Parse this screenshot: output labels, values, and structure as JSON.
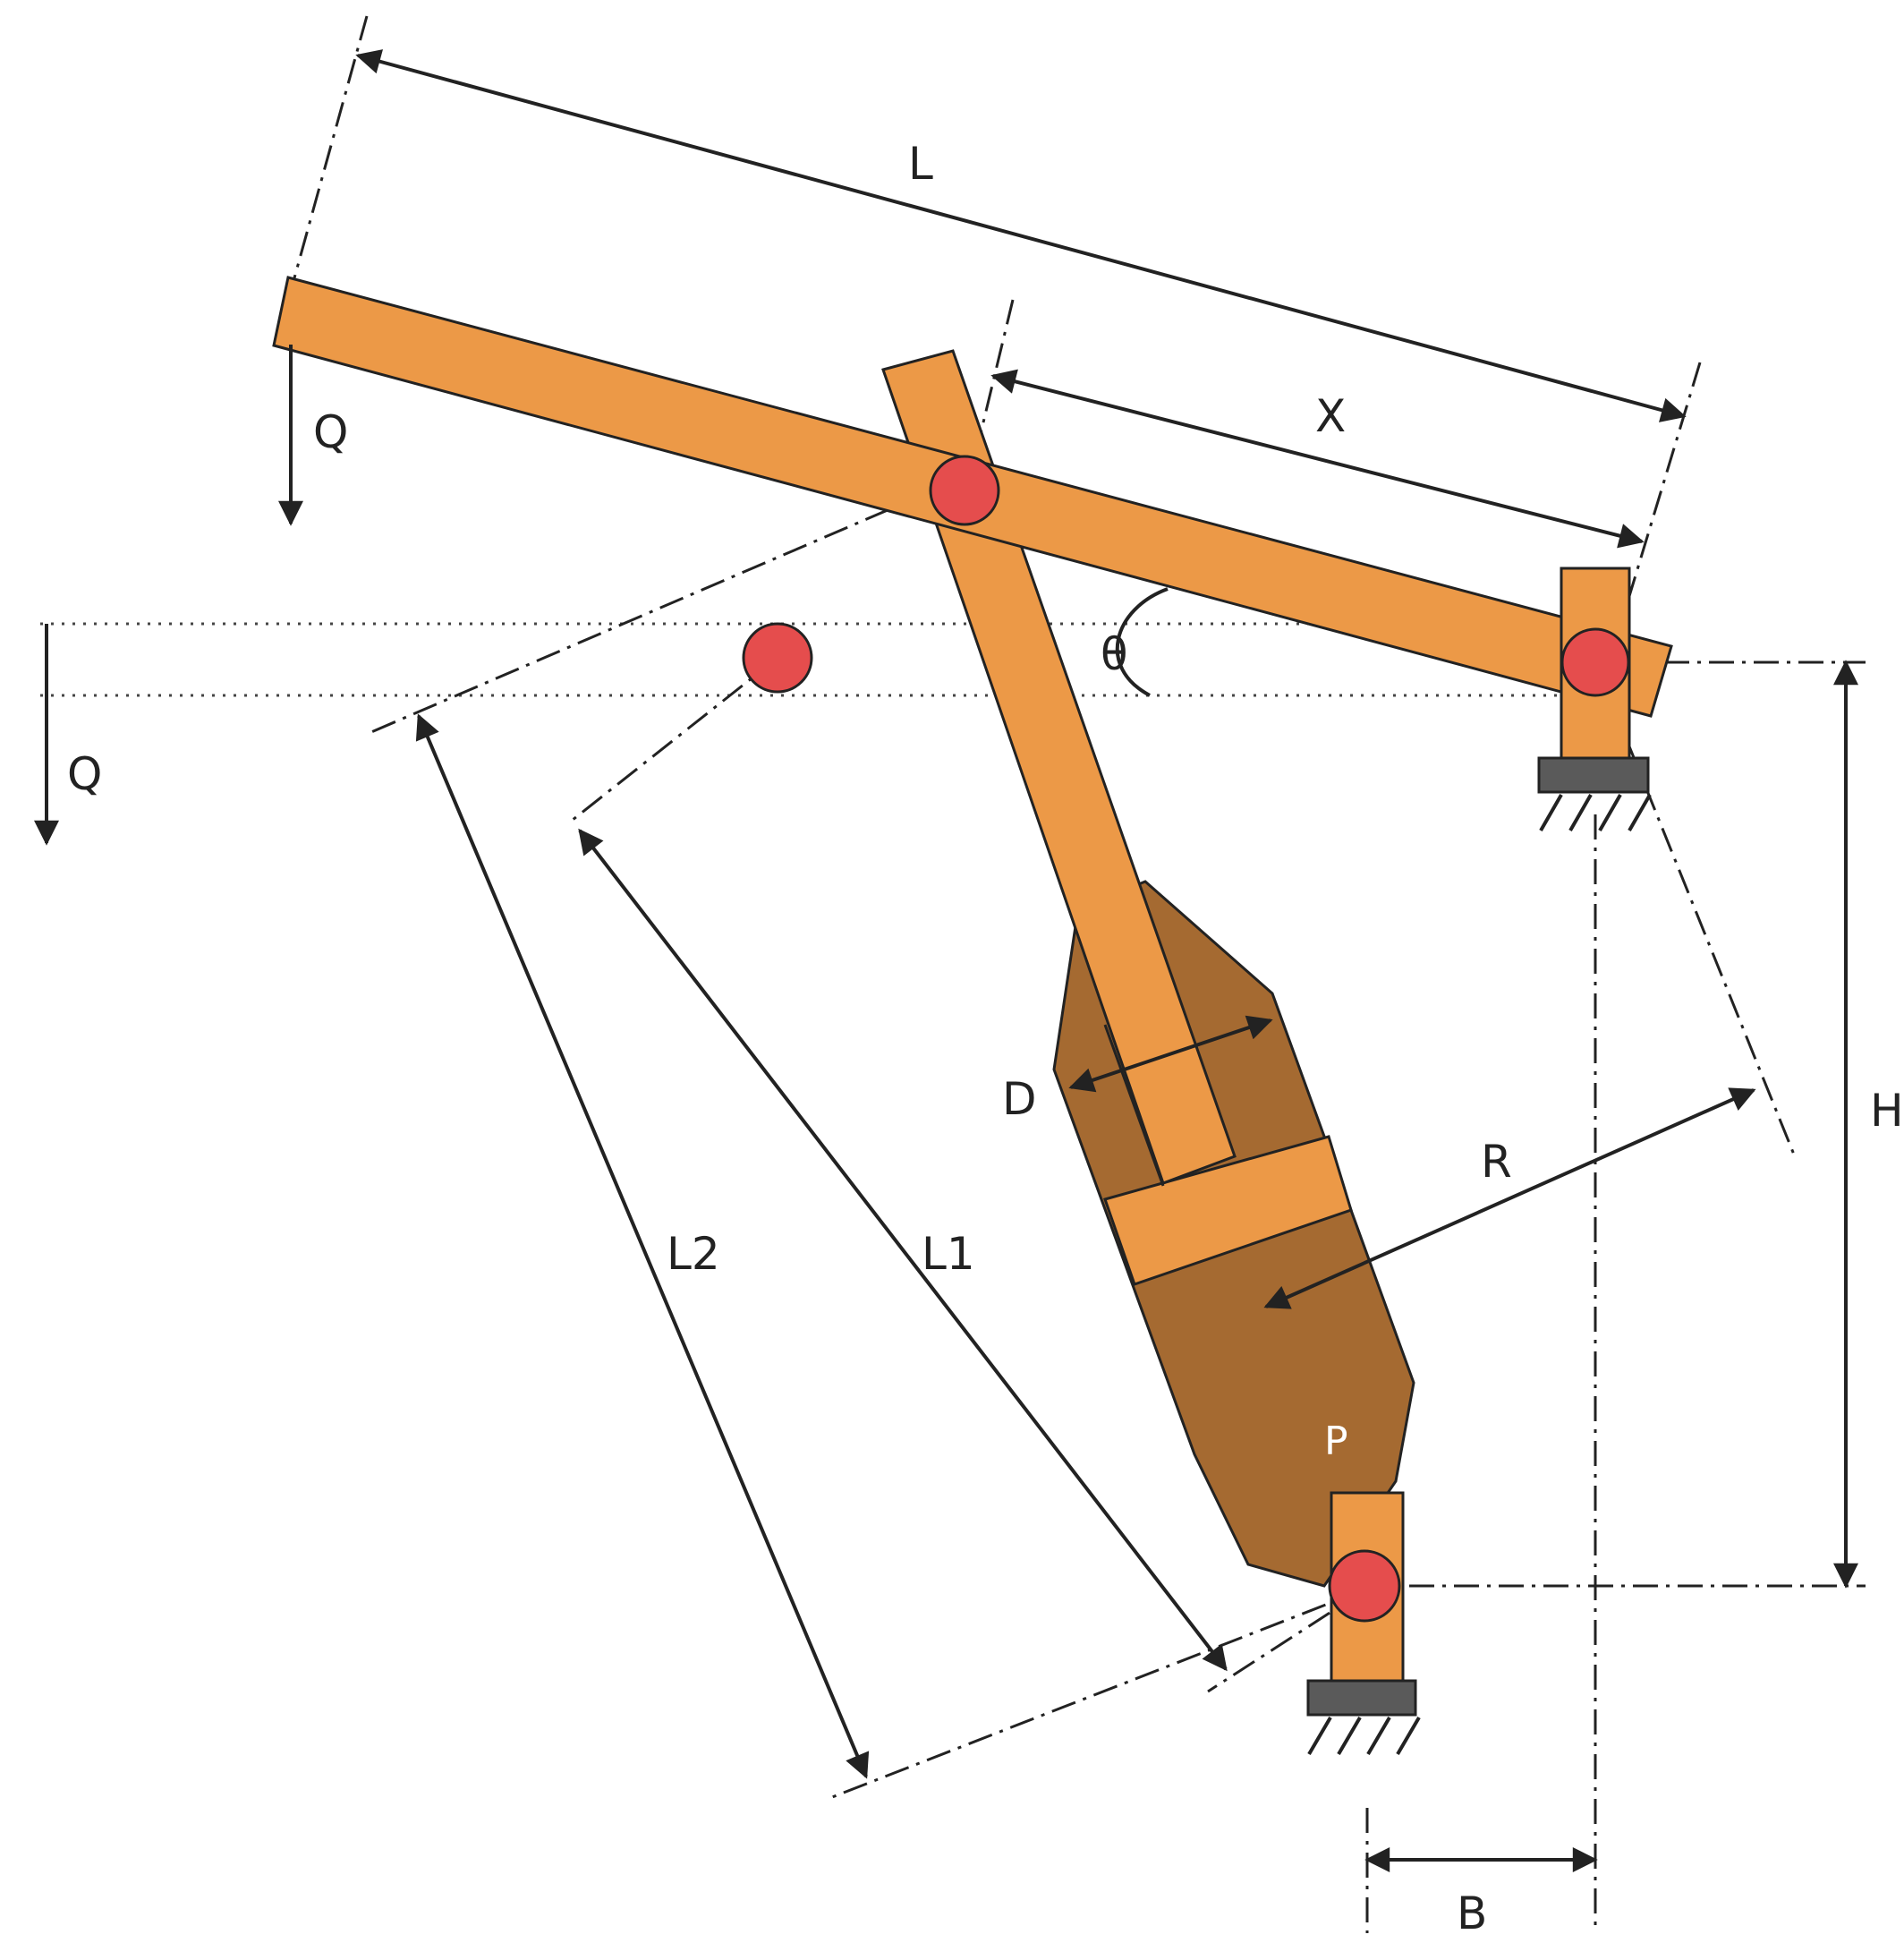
{
  "labels": {
    "L": "L",
    "X": "X",
    "Q_top": "Q",
    "Q_left": "Q",
    "theta": "θ",
    "D": "D",
    "R": "R",
    "H": "H",
    "L2": "L2",
    "L1": "L1",
    "P": "P",
    "B": "B"
  },
  "colors": {
    "beam": "#EC9947",
    "cylinder": "#A56A31",
    "pin": "#E54D4D",
    "ground": "#5A5A5A",
    "line": "#222222"
  }
}
